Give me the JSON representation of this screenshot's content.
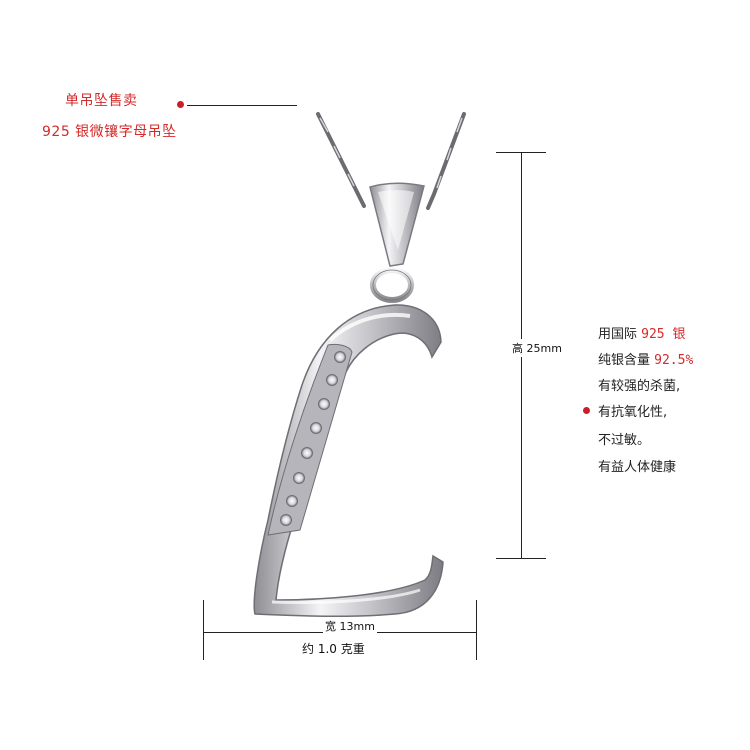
{
  "colors": {
    "accent_red": "#d42a2a",
    "dot_red": "#c8202a",
    "text_dark": "#222222"
  },
  "header": {
    "line1": "单吊坠售卖",
    "line2": "925 银微镶字母吊坠"
  },
  "dimensions": {
    "height_label": "高 25mm",
    "width_label": "宽 13mm",
    "weight_label": "约 1.0 克重"
  },
  "features": {
    "line1_prefix": "用国际",
    "line1_value": "925 银",
    "line2_prefix": "纯银含量",
    "line2_value": "92.5%",
    "line3": "有较强的杀菌,",
    "line4": "有抗氧化性,",
    "line5": "不过敏。",
    "line6": "有益人体健康"
  },
  "product": {
    "letter": "L",
    "material": "silver",
    "stones": 8
  }
}
